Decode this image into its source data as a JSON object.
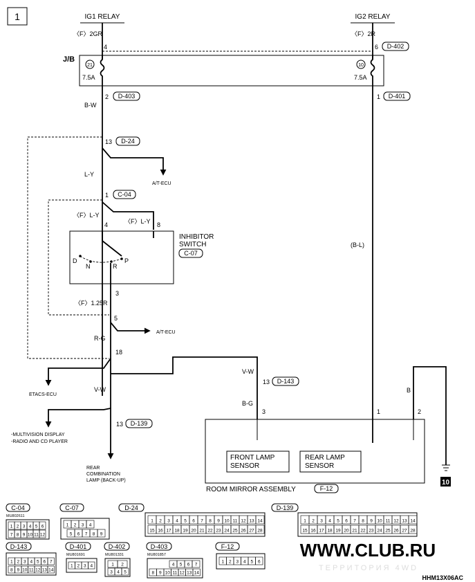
{
  "page": {
    "number": "1",
    "code": "HHM13X06AC"
  },
  "relays": {
    "ig1": "IG1 RELAY",
    "ig2": "IG2 RELAY"
  },
  "junction_block": {
    "label": "J/B",
    "fuse_left": {
      "num": "21",
      "rating": "7.5A"
    },
    "fuse_right": {
      "num": "10",
      "rating": "7.5A"
    }
  },
  "wires": {
    "f2gr": "〈F〉2GR",
    "f2r": "〈F〉2R",
    "bw": "B-W",
    "ly": "L-Y",
    "fly": "〈F〉L-Y",
    "f125r": "〈F〉1.25R",
    "rg": "R-G",
    "vw": "V-W",
    "bg": "B-G",
    "bl": "(B-L)",
    "b": "B"
  },
  "pins": {
    "p4": "4",
    "p6": "6",
    "p2": "2",
    "p1": "1",
    "p13": "13",
    "p1b": "1",
    "p4b": "4",
    "p8": "8",
    "p3": "3",
    "p5": "5",
    "p18": "18",
    "p13b": "13",
    "p13c": "13",
    "p3b": "3",
    "p1c": "1",
    "p2b": "2"
  },
  "connectors": {
    "d402": "D-402",
    "d403": "D-403",
    "d401": "D-401",
    "d24": "D-24",
    "c04": "C-04",
    "c07": "C-07",
    "d143": "D-143",
    "d139": "D-139",
    "f12": "F-12"
  },
  "components": {
    "atecu1": "A/T-ECU",
    "atecu2": "A/T-ECU",
    "inhibitor_line1": "INHIBITOR",
    "inhibitor_line2": "SWITCH",
    "gear_d": "D",
    "gear_n": "N",
    "gear_r": "R",
    "gear_p": "P",
    "etacs": "ETACS-ECU",
    "multi1": "-MULTIVISION DISPLAY",
    "multi2": "-RADIO AND CD PLAYER",
    "rear1": "REAR",
    "rear2": "COMBINATION",
    "rear3": "LAMP (BACK-UP)",
    "room_mirror": "ROOM MIRROR ASSEMBLY",
    "front1": "FRONT LAMP",
    "front2": "SENSOR",
    "rearlamp1": "REAR LAMP",
    "rearlamp2": "SENSOR",
    "ground": "10"
  },
  "connector_views": [
    {
      "name": "C-04",
      "part": "MU802611"
    },
    {
      "name": "C-07",
      "part": ""
    },
    {
      "name": "D-24",
      "part": ""
    },
    {
      "name": "D-139",
      "part": ""
    },
    {
      "name": "D-143",
      "part": ""
    },
    {
      "name": "D-401",
      "part": "MU801691"
    },
    {
      "name": "D-402",
      "part": "MU801331"
    },
    {
      "name": "D-403",
      "part": "MU801857"
    },
    {
      "name": "F-12",
      "part": ""
    }
  ],
  "watermark": {
    "line1": "WWW.CLUB.RU",
    "line2": "ТЕРРИТОРИЯ 4WD"
  }
}
